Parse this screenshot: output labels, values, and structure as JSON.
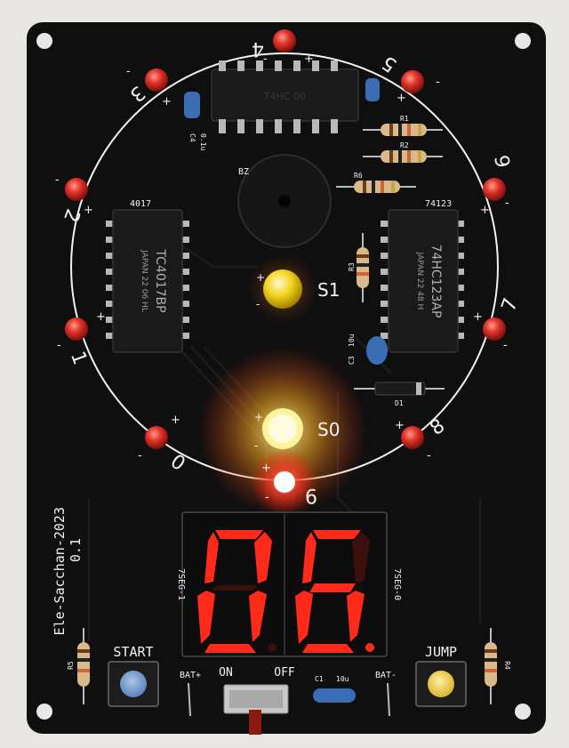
{
  "board": {
    "title": "Ele-Sacchan-2023",
    "version": "0.1",
    "colors": {
      "pcb": "#0f0f10",
      "silkscreen": "#f2f2f2",
      "led_red": "#e0332a",
      "led_yellow": "#f5d31e",
      "display_red": "#ff2a1a",
      "button_blue": "#7aa3d6",
      "button_yellow": "#f2d34a"
    }
  },
  "ring_labels": {
    "n0": "0",
    "n1": "1",
    "n2": "2",
    "n3": "3",
    "n4": "4",
    "n5": "5",
    "n6": "6",
    "n7": "7",
    "n8": "8",
    "n9": "9"
  },
  "chips": {
    "u_top": {
      "print1": "74HC 00",
      "print2": ""
    },
    "left": {
      "label": "4017",
      "print1": "JAPAN 22 06 HL",
      "print2": "TC4017BP"
    },
    "right": {
      "label": "74123",
      "print1": "JAPAN 22 48 H",
      "print2": "74HC123AP"
    }
  },
  "components": {
    "r1": "R1",
    "r2": "R2",
    "r3": "R3",
    "r4": "R4",
    "r5": "R5",
    "r6": "R6",
    "c1": "C1",
    "c1_value": "10u",
    "c3": "C3",
    "c3_value": "10u",
    "c4": "C4",
    "c4_value": "0.1u",
    "d1": "D1",
    "bz": "BZ",
    "s1": "S1",
    "s0": "S0",
    "seg1": "7SEG-1",
    "seg0": "7SEG-0",
    "plus": "+",
    "minus": "-"
  },
  "display": {
    "digit1": "0",
    "digit2": "6"
  },
  "controls": {
    "start_label": "START",
    "jump_label": "JUMP",
    "on_label": "ON",
    "off_label": "OFF",
    "bat_plus": "BAT+",
    "bat_minus": "BAT-"
  }
}
